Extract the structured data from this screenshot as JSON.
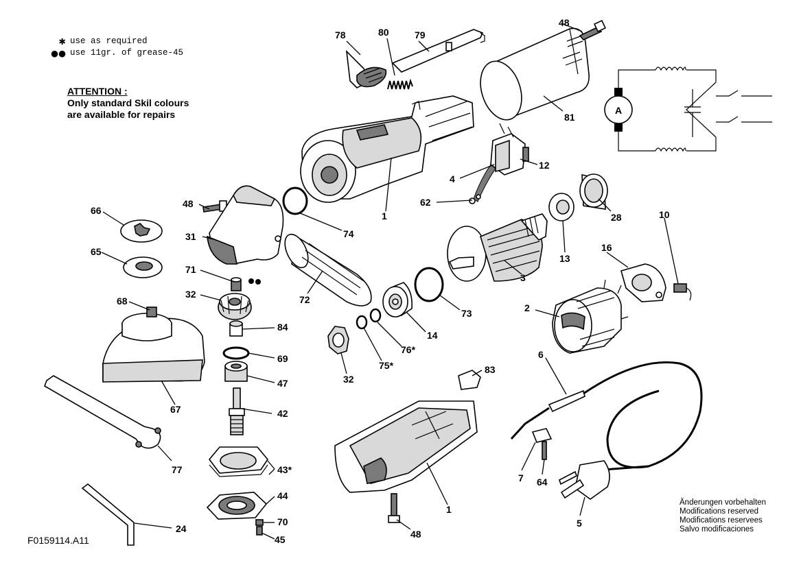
{
  "legend": {
    "items": [
      {
        "symbol": "✱",
        "text": "use as required"
      },
      {
        "symbol": "●●",
        "text": "use 11gr. of grease-45"
      }
    ]
  },
  "attention": {
    "heading": "ATTENTION :",
    "lines": [
      "Only standard Skil colours",
      "are available for repairs"
    ]
  },
  "reserved_notice": [
    "Änderungen vorbehalten",
    "Modifications reserved",
    "Modifications reservees",
    "Salvo modificaciones"
  ],
  "drawing_code": "F0159114.A11",
  "circuit": {
    "motor_label": "A"
  },
  "part_labels": {
    "p78": "78",
    "p80": "80",
    "p79": "79",
    "p48a": "48",
    "p81": "81",
    "p12": "12",
    "p4": "4",
    "p62": "62",
    "p1a": "1",
    "p74": "74",
    "p28": "28",
    "p13": "13",
    "p3": "3",
    "p10": "10",
    "p16": "16",
    "p66": "66",
    "p48b": "48",
    "p31": "31",
    "p65": "65",
    "p71": "71",
    "p32a": "32",
    "p72": "72",
    "p73": "73",
    "p14": "14",
    "p76": "76*",
    "p75": "75*",
    "p32b": "32",
    "p2": "2",
    "p68": "68",
    "p84": "84",
    "p69": "69",
    "p47": "47",
    "p67": "67",
    "p42": "42",
    "p83": "83",
    "p6": "6",
    "p43": "43*",
    "p44": "44",
    "p77": "77",
    "p7": "7",
    "p64": "64",
    "p1b": "1",
    "p24": "24",
    "p70": "70",
    "p45": "45",
    "p48c": "48",
    "p5": "5"
  }
}
